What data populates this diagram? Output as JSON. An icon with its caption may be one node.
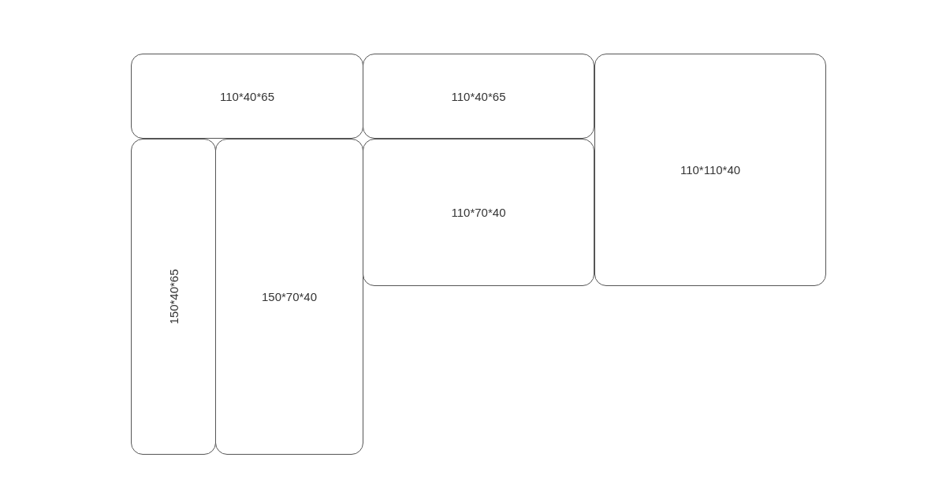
{
  "diagram": {
    "nodes": [
      {
        "text": [
          "110*40*65"
        ]
      },
      {
        "text": [
          "110*40*65"
        ]
      },
      {
        "text": [
          "110*110*40"
        ]
      },
      {
        "text": [
          "150*40*65"
        ]
      },
      {
        "text": [
          "150*70*40"
        ]
      },
      {
        "text": [
          "110*70*40"
        ]
      }
    ]
  }
}
